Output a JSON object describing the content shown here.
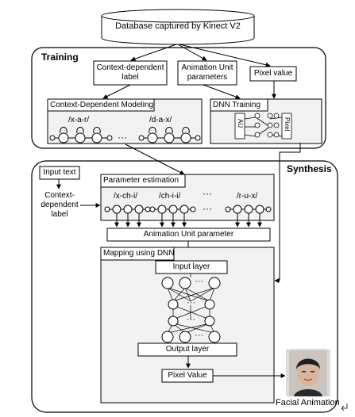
{
  "db": "Database captured by Kinect V2",
  "training": {
    "title": "Training",
    "ctx_label": "Context-dependent label",
    "au_params": "Animation Unit parameters",
    "pixel_value": "Pixel value",
    "cdm": {
      "title": "Context-Dependent Modeling",
      "ph1": "/x-a-r/",
      "ph2": "/d-a-x/",
      "dots": "···"
    },
    "dnn": {
      "title": "DNN Training",
      "au": "AU",
      "pixel": "Pixel"
    }
  },
  "synthesis": {
    "title": "Synthesis",
    "input_text": "Input text",
    "ctx_label": "Context-dependent label",
    "param_est": {
      "title": "Parameter estimation",
      "ph1": "/x-ch-i/",
      "ph2": "/ch-i-i/",
      "dots": "···",
      "ph3": "/r-u-x/"
    },
    "au_param": "Animation Unit parameter",
    "mapping": {
      "title": "Mapping using DNN",
      "input_layer": "Input layer",
      "output_layer": "Output layer",
      "dots": "···"
    },
    "pixel_value": "Pixel Value",
    "facial_anim": "Facial Animation"
  },
  "colors": {
    "panel": "#f2f2f2",
    "stroke": "#000000"
  },
  "icons": {
    "face": "face-photo",
    "return": "return-arrow-icon"
  }
}
